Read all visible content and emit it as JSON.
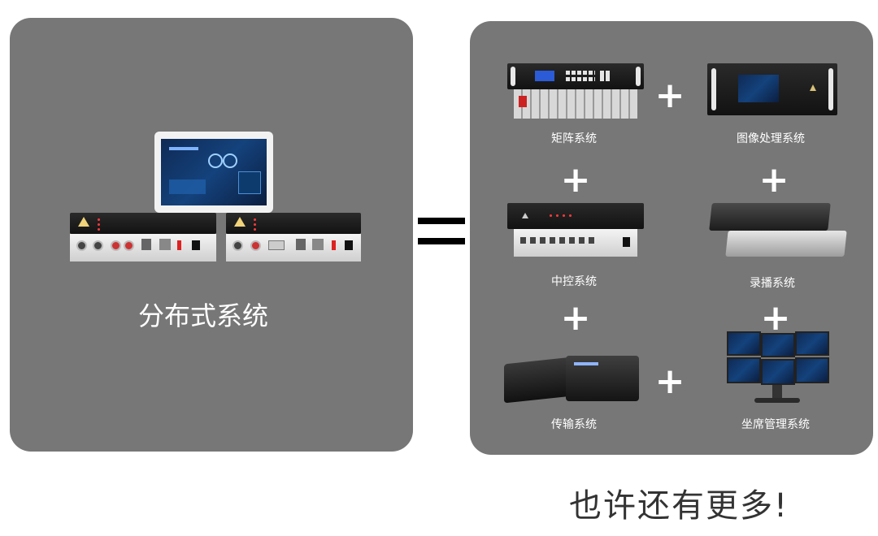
{
  "left": {
    "title": "分布式系统"
  },
  "right": {
    "items": [
      {
        "label": "矩阵系统"
      },
      {
        "label": "图像处理系统"
      },
      {
        "label": "中控系统"
      },
      {
        "label": "录播系统"
      },
      {
        "label": "传输系统"
      },
      {
        "label": "坐席管理系统"
      }
    ],
    "plus": "+"
  },
  "footer": {
    "text": "也许还有更多!"
  },
  "colors": {
    "panel": "#777777",
    "background": "#ffffff",
    "text_light": "#ffffff",
    "text_dark": "#333333"
  },
  "icons": [
    "tablet-image",
    "encoder-device-image",
    "decoder-device-image",
    "matrix-rack-image",
    "image-processor-image",
    "central-control-image",
    "recording-device-image",
    "transmission-box-image",
    "monitor-wall-image"
  ]
}
